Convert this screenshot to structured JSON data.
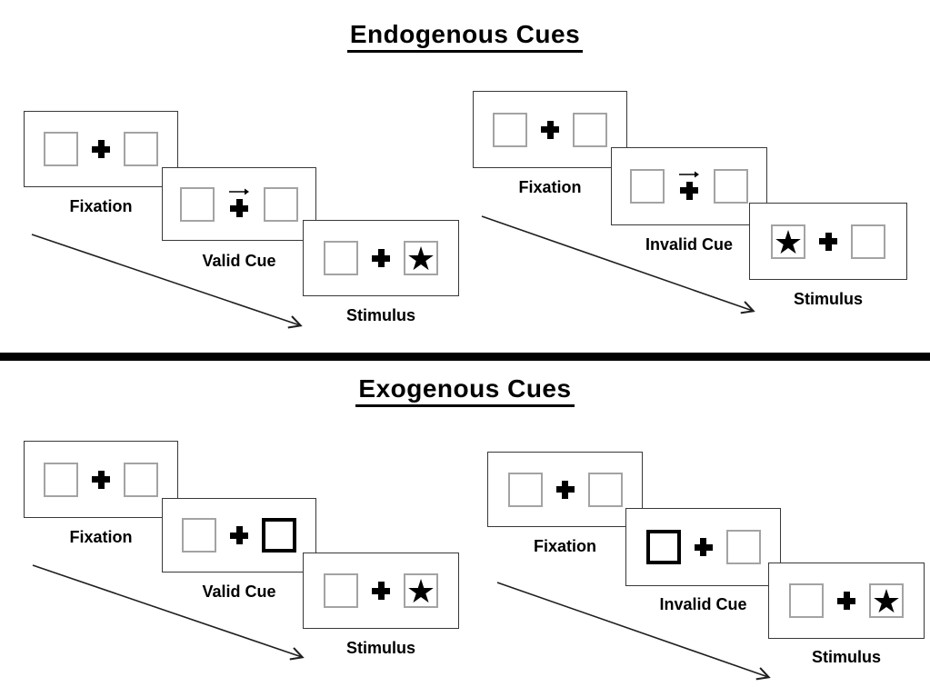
{
  "colors": {
    "background": "#ffffff",
    "panel_border": "#383838",
    "box_border": "#a3a3a3",
    "cue_highlight_border": "#000000",
    "ink": "#000000",
    "divider": "#000000"
  },
  "icons": {
    "star": "★",
    "fixation_cross": "heavy black plus (CSS cross shape)",
    "cue_arrow": "thin rightward arrow above fixation cross",
    "sequence_arrow": "long diagonal down-right arrow with open head"
  },
  "sections": [
    {
      "title": "Endogenous Cues",
      "cue_style": "central rightward arrow above the fixation cross",
      "sequences": [
        {
          "name": "valid-trial",
          "panels": [
            {
              "label": "Fixation",
              "content": "two empty gray boxes flanking a black fixation cross"
            },
            {
              "label": "Valid Cue",
              "content": "rightward arrow above fixation cross, both boxes empty",
              "cue_side": "right"
            },
            {
              "label": "Stimulus",
              "content": "black star in right box",
              "target_side": "right"
            }
          ]
        },
        {
          "name": "invalid-trial",
          "panels": [
            {
              "label": "Fixation",
              "content": "two empty gray boxes flanking a black fixation cross"
            },
            {
              "label": "Invalid Cue",
              "content": "rightward arrow above fixation cross, both boxes empty",
              "cue_side": "right"
            },
            {
              "label": "Stimulus",
              "content": "black star in left box",
              "target_side": "left"
            }
          ]
        }
      ]
    },
    {
      "title": "Exogenous Cues",
      "cue_style": "one peripheral box brightened with a thick black border",
      "sequences": [
        {
          "name": "valid-trial",
          "panels": [
            {
              "label": "Fixation",
              "content": "two empty gray boxes flanking a black fixation cross"
            },
            {
              "label": "Valid Cue",
              "content": "right box highlighted with thick black border",
              "cue_side": "right"
            },
            {
              "label": "Stimulus",
              "content": "black star in right box",
              "target_side": "right"
            }
          ]
        },
        {
          "name": "invalid-trial",
          "panels": [
            {
              "label": "Fixation",
              "content": "two empty gray boxes flanking a black fixation cross"
            },
            {
              "label": "Invalid Cue",
              "content": "left box highlighted with thick black border",
              "cue_side": "left"
            },
            {
              "label": "Stimulus",
              "content": "black star in right box",
              "target_side": "right"
            }
          ]
        }
      ]
    }
  ]
}
